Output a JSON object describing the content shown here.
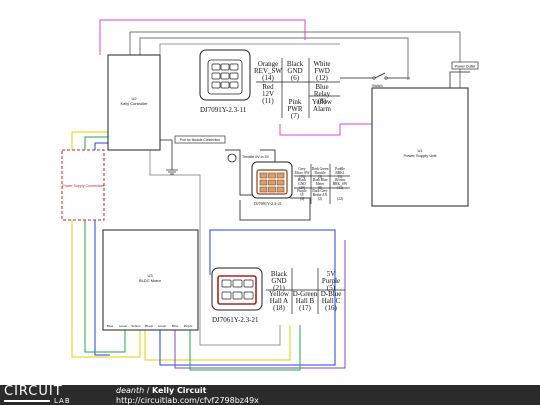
{
  "blocks": {
    "kelly": {
      "ref": "U2",
      "name": "Kelly Controller"
    },
    "motor": {
      "ref": "U3",
      "name": "BLDC Motor"
    },
    "psu": {
      "ref": "U1",
      "name": "Power Supply Unit"
    },
    "supply_conn": "Power Supply Connection",
    "module_conn": "Port for Module Connection",
    "power_outlet": "Power Outlet",
    "switch": "Switch",
    "throttle": "Throttle 0V to 5V"
  },
  "connectors": {
    "c11": {
      "part": "DJ7091Y-2.3-11",
      "pins": [
        {
          "color": "Orange",
          "func": "REV_SW",
          "num": "(14)"
        },
        {
          "color": "Black",
          "func": "GND",
          "num": "(6)"
        },
        {
          "color": "White",
          "func": "FWD",
          "num": "(12)"
        },
        {
          "color": "Red",
          "func": "12V",
          "num": "(11)"
        },
        {
          "color": "Pink",
          "func": "PWR",
          "num": "(7)"
        },
        {
          "color": "Blue",
          "func": "Relay",
          "num": "(8)"
        },
        {
          "color": "Yellow",
          "func": "Alarm",
          "num": "(10)"
        }
      ]
    },
    "c21": {
      "part": "DJ7091Y-2.3-21",
      "pins": [
        {
          "color": "Grey",
          "func": "Micro SW",
          "num": "(13)"
        },
        {
          "color": "Dark Green",
          "func": "Throttle",
          "num": "(3)"
        },
        {
          "color": "Paddle",
          "func": "BRK1",
          "num": "(1)"
        },
        {
          "color": "Black",
          "func": "GND",
          "num": "(20)"
        },
        {
          "color": "Dark Blue",
          "func": "Meter",
          "num": "(8)"
        },
        {
          "color": "Brown",
          "func": "BRK_SW",
          "num": "(13)"
        },
        {
          "color": "Purple",
          "func": "5V",
          "num": "(4)"
        },
        {
          "color": "Dark Grey",
          "func": "Brake AN",
          "num": "(2)"
        },
        {
          "color": "",
          "func": "",
          "num": "(22)"
        }
      ]
    },
    "c61": {
      "part": "DJ7061Y-2.3-21",
      "pins": [
        {
          "color": "Black",
          "func": "GND",
          "num": "(21)"
        },
        {
          "color": "",
          "func": "",
          "num": ""
        },
        {
          "color": "5V",
          "func": "Purple",
          "num": "(5)"
        },
        {
          "color": "Yellow",
          "func": "Hall A",
          "num": "(18)"
        },
        {
          "color": "D-Green",
          "func": "Hall B",
          "num": "(17)"
        },
        {
          "color": "D-Blue",
          "func": "Hall C",
          "num": "(16)"
        }
      ]
    }
  },
  "motor_pins": [
    "Blue",
    "Green",
    "Yellow",
    "Black",
    "Green",
    "Blue",
    "Purple"
  ],
  "footer": {
    "brand": "CIRCUIT",
    "brand_sub": "LAB",
    "author": "deanth",
    "separator": " / ",
    "title": "Kelly Circuit",
    "url": "http://circuitlab.com/cfvf2798bz49x"
  }
}
